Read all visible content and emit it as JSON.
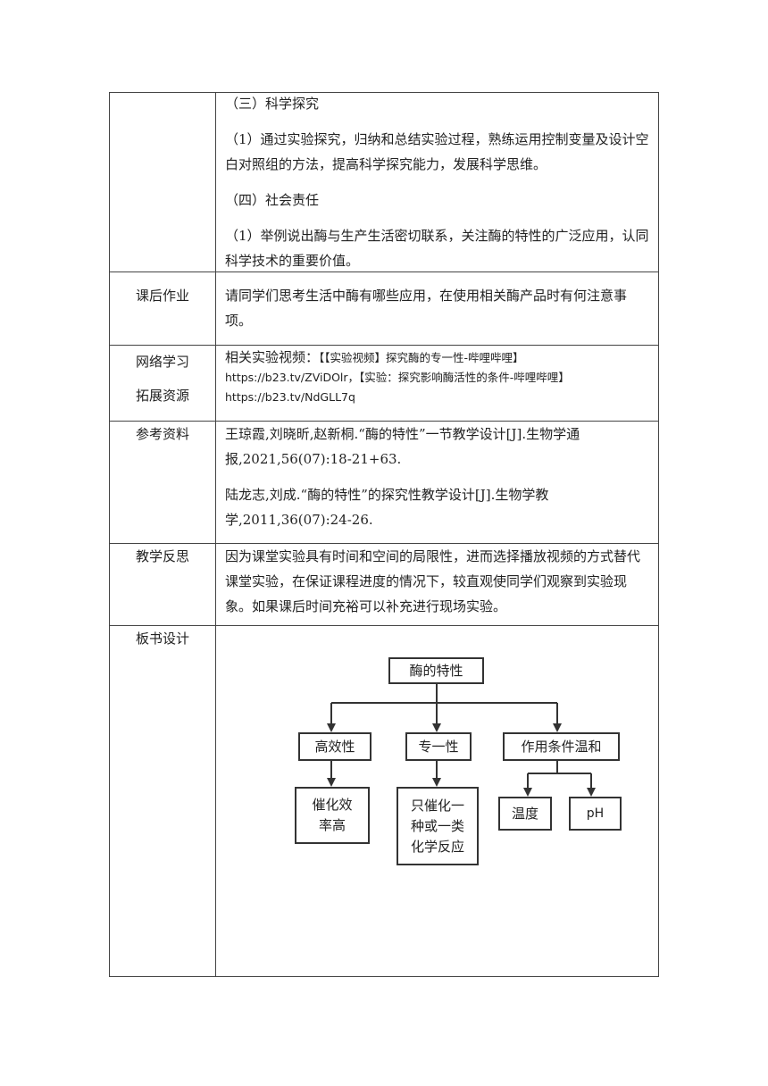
{
  "rows": [
    {
      "label": "",
      "paragraphs": [
        "（三）科学探究",
        "（1）通过实验探究，归纳和总结实验过程，熟练运用控制变量及设计空白对照组的方法，提高科学探究能力，发展科学思维。",
        "（四）社会责任",
        "（1）举例说出酶与生产生活密切联系，关注酶的特性的广泛应用，认同科学技术的重要价值。"
      ]
    },
    {
      "label": "课后作业",
      "paragraphs": [
        "请同学们思考生活中酶有哪些应用，在使用相关酶产品时有何注意事项。"
      ]
    },
    {
      "label_lines": [
        "网络学习",
        "拓展资源"
      ],
      "links": {
        "prefix": "相关实验视频：",
        "title1": "【【实验视频】探究酶的专一性-哔哩哔哩】",
        "url1": "https://b23.tv/ZViDOlr，",
        "title2": "【实验：探究影响酶活性的条件-哔哩哔哩】",
        "url2": "https://b23.tv/NdGLL7q"
      }
    },
    {
      "label": "参考资料",
      "paragraphs": [
        "王琼霞,刘晓昕,赵新桐.“酶的特性”一节教学设计[J].生物学通报,2021,56(07):18-21+63.",
        "陆龙志,刘成.“酶的特性”的探究性教学设计[J].生物学教学,2011,36(07):24-26."
      ]
    },
    {
      "label": "教学反思",
      "paragraphs": [
        "因为课堂实验具有时间和空间的局限性，进而选择播放视频的方式替代课堂实验，在保证课程进度的情况下，较直观使同学们观察到实验现象。如果课后时间充裕可以补充进行现场实验。"
      ]
    },
    {
      "label": "板书设计"
    }
  ],
  "diagram": {
    "root": "酶的特性",
    "branches": [
      "高效性",
      "专一性",
      "作用条件温和"
    ],
    "leaves": {
      "efficiency": [
        "催化效",
        "率高"
      ],
      "specificity": [
        "只催化一",
        "种或一类",
        "化学反应"
      ],
      "conditions": [
        "温度",
        "pH"
      ]
    }
  }
}
